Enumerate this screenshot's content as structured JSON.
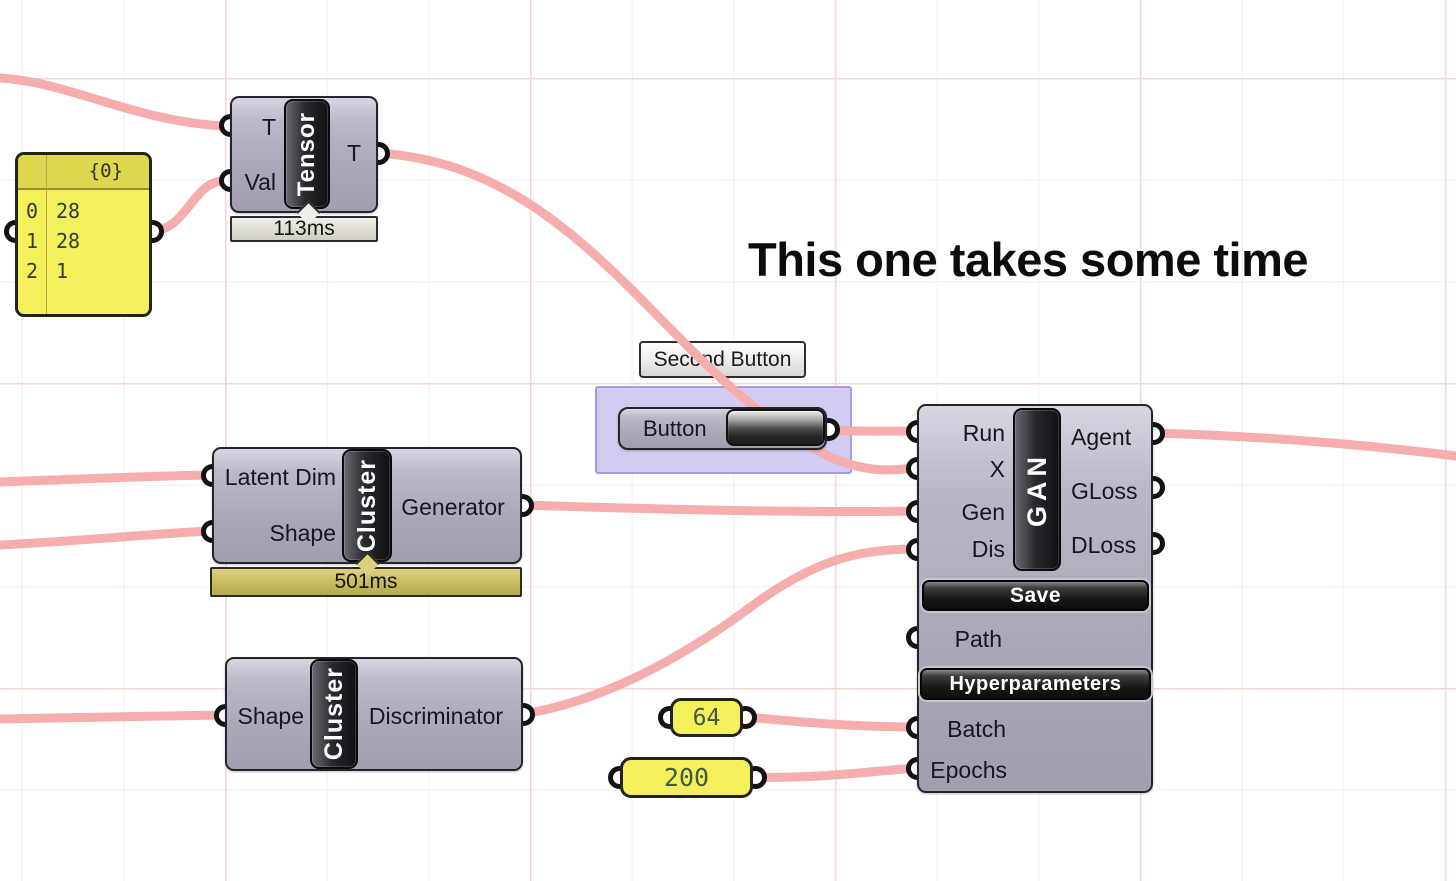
{
  "annotation": {
    "text": "This one takes some time"
  },
  "tooltip": {
    "text": "Second Button"
  },
  "panel": {
    "header": "{0}",
    "rows": [
      {
        "index": "0",
        "value": "28"
      },
      {
        "index": "1",
        "value": "28"
      },
      {
        "index": "2",
        "value": "1"
      }
    ]
  },
  "tensor": {
    "name": "Tensor",
    "inputs": [
      "T",
      "Val"
    ],
    "output": "T",
    "runtime": "113ms"
  },
  "button_component": {
    "label": "Button"
  },
  "generator_cluster": {
    "name": "Cluster",
    "inputs": [
      "Latent Dim",
      "Shape"
    ],
    "output": "Generator",
    "runtime": "501ms"
  },
  "discriminator_cluster": {
    "name": "Cluster",
    "inputs": [
      "Shape"
    ],
    "output": "Discriminator"
  },
  "gan": {
    "name": "GAN",
    "inputs": [
      "Run",
      "X",
      "Gen",
      "Dis"
    ],
    "outputs": [
      "Agent",
      "GLoss",
      "DLoss"
    ],
    "save_button": "Save",
    "hyperparameters_button": "Hyperparameters",
    "path_input": "Path",
    "batch_input": "Batch",
    "epochs_input": "Epochs"
  },
  "number_chips": [
    {
      "value": "64"
    },
    {
      "value": "200"
    }
  ],
  "colors": {
    "wire": "#f5adad",
    "grid_major": "#f6d7d7",
    "grid_minor": "#fcebeb",
    "group_fill": "#d4cbf2",
    "group_border": "#a79ae0",
    "panel_yellow": "#f3f05c",
    "panel_header_yellow": "#dcd74e",
    "runtime_gray": "#e0ded4",
    "runtime_olive": "#cdc46a",
    "component_gray": "#aaa7b7",
    "pill_dark": "#1e1e22",
    "chip_text_green": "#3f5a41"
  }
}
